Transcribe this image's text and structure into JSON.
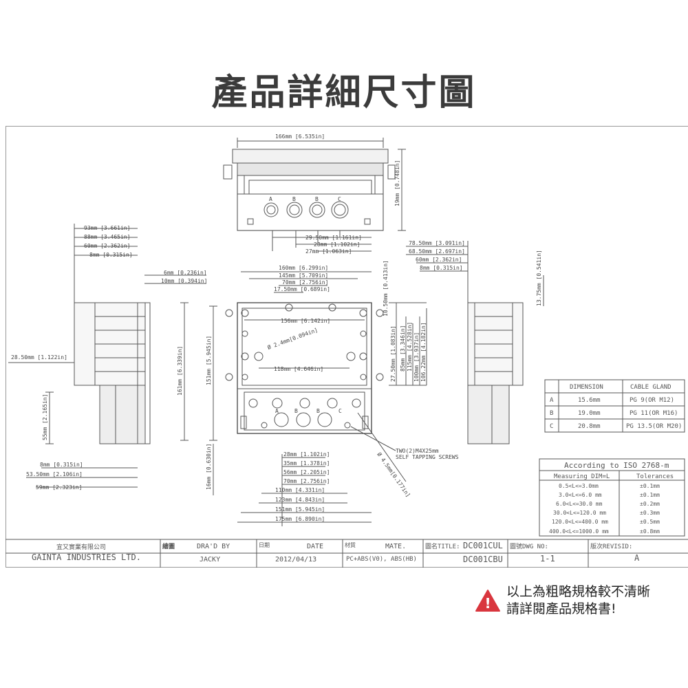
{
  "page_title": "產品詳細尺寸圖",
  "top_view": {
    "width_dim": "166mm [6.535in]",
    "height_dim": "19mm [0.748in]",
    "gland_letters": [
      "A",
      "B",
      "B",
      "C"
    ],
    "offsets": [
      "29.50mm [1.161in]",
      "28mm [1.102in]",
      "27mm [1.063in]"
    ]
  },
  "left_view": {
    "dims": [
      "93mm [3.661in]",
      "88mm [3.465in]",
      "60mm [2.362in]",
      "8mm [0.315in]",
      "6mm [0.236in]",
      "10mm [0.394in]",
      "28.50mm [1.122in]",
      "161mm [6.339in]",
      "151mm [5.945in]",
      "55mm [2.165in]",
      "8mm [0.315in]",
      "53.50mm [2.106in]",
      "59mm [2.323in]",
      "16mm [0.630in]"
    ]
  },
  "front_view": {
    "top_dims": [
      "160mm [6.299in]",
      "145mm [5.709in]",
      "70mm [2.756in]",
      "17.50mm [0.689in]"
    ],
    "inner_dims": [
      "156mm [6.142in]",
      "118mm [4.646in]"
    ],
    "hole_dia": "Ø 2.4mm[0.094in]",
    "right_dims": [
      "10.50mm [0.413in]",
      "27.50mm [1.083in]",
      "85mm [3.346in]",
      "115mm [4.528in]",
      "100mm [3.937in]",
      "106.22mm [4.182in]"
    ],
    "screw_note_1": "TWO(2)M4X25mm",
    "screw_note_2": "SELF TAPPING SCREWS",
    "mount_dia": "Ø 4.5mm[0.177in]",
    "bottom_dims": [
      "28mm [1.102in]",
      "35mm [1.378in]",
      "56mm [2.205in]",
      "70mm [2.756in]",
      "110mm [4.331in]",
      "123mm [4.843in]",
      "151mm [5.945in]",
      "175mm [6.890in]"
    ],
    "gland_letters": [
      "A",
      "B",
      "B",
      "C"
    ]
  },
  "right_view": {
    "dims": [
      "78.50mm [3.091in]",
      "68.50mm [2.697in]",
      "60mm [2.362in]",
      "8mm [0.315in]",
      "13.75mm [0.541in]"
    ]
  },
  "gland_table": {
    "headers": [
      "DIMENSION",
      "CABLE GLAND"
    ],
    "rows": [
      {
        "key": "A",
        "dimension": "15.6mm",
        "gland": "PG 9(OR M12)"
      },
      {
        "key": "B",
        "dimension": "19.0mm",
        "gland": "PG 11(OR M16)"
      },
      {
        "key": "C",
        "dimension": "20.8mm",
        "gland": "PG 13.5(OR M20)"
      }
    ]
  },
  "tolerance_table": {
    "title": "According to ISO 2768-m",
    "headers": [
      "Measuring DIM=L",
      "Tolerances"
    ],
    "rows": [
      {
        "range": "0.5<L<=3.0mm",
        "tol": "±0.1mm"
      },
      {
        "range": "3.0<L<=6.0 mm",
        "tol": "±0.1mm"
      },
      {
        "range": "6.0<L<=30.0 mm",
        "tol": "±0.2mm"
      },
      {
        "range": "30.0<L<=120.0 mm",
        "tol": "±0.3mm"
      },
      {
        "range": "120.0<L<=400.0 mm",
        "tol": "±0.5mm"
      },
      {
        "range": "400.0<L<=1000.0 mm",
        "tol": "±0.8mm"
      }
    ]
  },
  "title_block": {
    "company_cn": "宜又實業有限公司",
    "company_en": "GAINTA INDUSTRIES LTD.",
    "drawn_label_cn": "繪圖",
    "drawn_label_en": "DRA'D BY",
    "drawn_value": "JACKY",
    "date_label_cn": "日期",
    "date_label_en": "DATE",
    "date_value": "2012/04/13",
    "mat_label_cn": "材質",
    "mat_label_en": "MATE.",
    "mat_value": "PC+ABS(V0), ABS(HB)",
    "title_label": "圖名TITLE:",
    "title_value_1": "DC001CUL",
    "title_value_2": "DC001CBU",
    "dwg_label": "圖號DWG NO:",
    "dwg_value": "1-1",
    "rev_label": "版次REVISID:",
    "rev_value": "A"
  },
  "notice": {
    "line1": "以上為粗略規格較不清晰",
    "line2": "請詳閱產品規格書!",
    "icon": "warning-icon",
    "icon_glyph": "!",
    "icon_color": "#d9363e"
  }
}
